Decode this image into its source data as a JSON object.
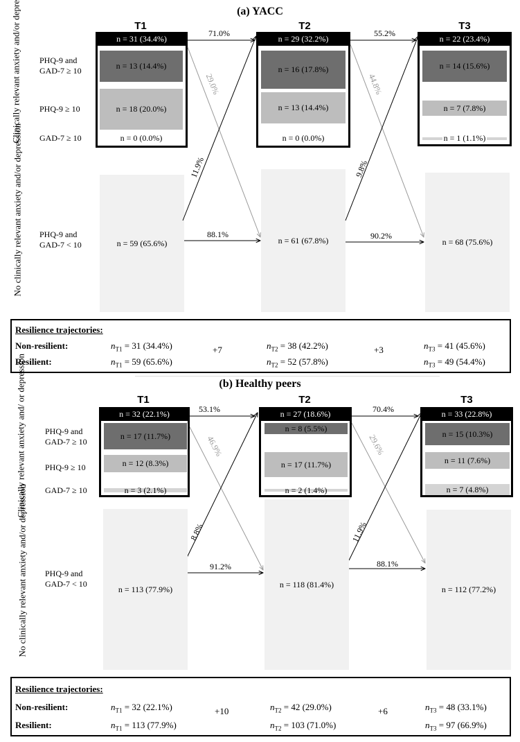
{
  "panel_a": {
    "title": "(a) YACC",
    "cols": [
      "T1",
      "T2",
      "T3"
    ],
    "group_clinical": "Clinically relevant anxiety and/or depression",
    "group_none": "No clinically relevant anxiety and/or depression",
    "rows": {
      "both": "PHQ-9 and GAD-7 ≥ 10",
      "phq": "PHQ-9 ≥ 10",
      "gad": "GAD-7 ≥ 10",
      "none": "PHQ-9 and GAD-7 < 10"
    },
    "t1": {
      "hdr": "n = 31 (34.4%)",
      "both": "n = 13 (14.4%)",
      "phq": "n = 18  (20.0%)",
      "gad": "n = 0 (0.0%)",
      "none": "n = 59 (65.6%)"
    },
    "t2": {
      "hdr": "n = 29 (32.2%)",
      "both": "n = 16 (17.8%)",
      "phq": "n = 13 (14.4%)",
      "gad": "n = 0 (0.0%)",
      "none": "n =  61 (67.8%)"
    },
    "t3": {
      "hdr": "n = 22 (23.4%)",
      "both": "n = 14 (15.6%)",
      "phq": "n = 7 (7.8%)",
      "gad": "n = 1 (1.1%)",
      "none": "n = 68 (75.6%)"
    },
    "arrows": {
      "t1t2_top": "71.0%",
      "t1t2_down": "29.0%",
      "t1t2_up": "11.9%",
      "t1t2_bottom": "88.1%",
      "t2t3_top": "55.2%",
      "t2t3_down": "44.8%",
      "t2t3_up": "9.8%",
      "t2t3_bottom": "90.2%"
    },
    "res": {
      "title": "Resilience trajectories:",
      "nonres": "Non-resilient:",
      "res": "Resilient:",
      "nr1": "n",
      "nr1v": " = 31 (34.4%)",
      "nr2v": " = 38 (42.2%)",
      "nr3v": " = 41 (45.6%)",
      "r1v": " = 59 (65.6%)",
      "r2v": " = 52 (57.8%)",
      "r3v": " = 49 (54.4%)",
      "d12": "+7",
      "d23": "+3"
    }
  },
  "panel_b": {
    "title": "(b) Healthy peers",
    "cols": [
      "T1",
      "T2",
      "T3"
    ],
    "group_clinical": "Clinically relevant anxiety and/ or depression",
    "group_none": "No clinically relevant anxiety and/or depression",
    "rows": {
      "both": "PHQ-9 and GAD-7 ≥ 10",
      "phq": "PHQ-9 ≥ 10",
      "gad": "GAD-7 ≥ 10",
      "none": "PHQ-9 and GAD-7 < 10"
    },
    "t1": {
      "hdr": "n = 32 (22.1%)",
      "both": "n = 17 (11.7%)",
      "phq": "n = 12 (8.3%)",
      "gad": "n = 3 (2.1%)",
      "none": "n = 113 (77.9%)"
    },
    "t2": {
      "hdr": "n = 27 (18.6%)",
      "both": "n = 8 (5.5%)",
      "phq": "n = 17 (11.7%)",
      "gad": "n = 2 (1.4%)",
      "none": "n = 118 (81.4%)"
    },
    "t3": {
      "hdr": "n = 33 (22.8%)",
      "both": "n = 15 (10.3%)",
      "phq": "n = 11 (7.6%)",
      "gad": "n = 7 (4.8%)",
      "none": "n = 112 (77.2%)"
    },
    "arrows": {
      "t1t2_top": "53.1%",
      "t1t2_down": "46.9%",
      "t1t2_up": "8.8%",
      "t1t2_bottom": "91.2%",
      "t2t3_top": "70.4%",
      "t2t3_down": "29.6%",
      "t2t3_up": "11.9%",
      "t2t3_bottom": "88.1%"
    },
    "res": {
      "title": "Resilience trajectories:",
      "nonres": "Non-resilient:",
      "res": "Resilient:",
      "nr1v": " = 32 (22.1%)",
      "nr2v": " = 42 (29.0%)",
      "nr3v": " = 48 (33.1%)",
      "r1v": " = 113 (77.9%)",
      "r2v": " = 103 (71.0%)",
      "r3v": " = 97 (66.9%)",
      "d12": "+10",
      "d23": "+6"
    }
  },
  "subs": {
    "t1": "T1",
    "t2": "T2",
    "t3": "T3"
  },
  "n_symbol": "n"
}
